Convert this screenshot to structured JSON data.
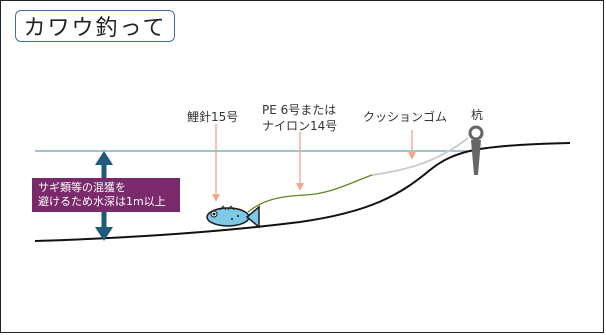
{
  "title": "カワウ釣って",
  "labels": {
    "hook": "鯉針15号",
    "line_1": "PE 6号または",
    "line_2": "ナイロン14号",
    "cushion": "クッションゴム",
    "stake": "杭"
  },
  "note": {
    "line_1": "サギ類等の混獲を",
    "line_2": "避けるため水深は1m以上"
  },
  "colors": {
    "title_border": "#3a6ea5",
    "water_line": "#7fb3b8",
    "depth_arrow": "#1f5a7a",
    "note_bg": "#7a2a6a",
    "fishing_line": "#5a8a20",
    "cushion_rubber": "#cccccc",
    "pointer_arrows": "#f4a58a",
    "fish_body": "#7ec8e8",
    "stake": "#666666"
  },
  "icons": {
    "fish": "fish-icon",
    "stake": "stake-icon"
  }
}
